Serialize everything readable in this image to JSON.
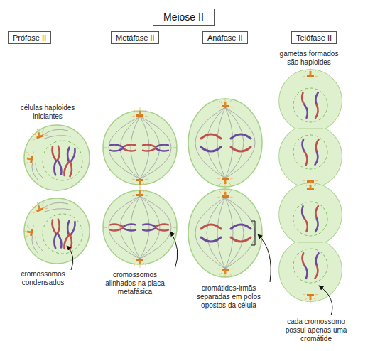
{
  "diagram": {
    "title": "Meiose II",
    "nodes": [
      {
        "text": [
          "Prófase II"
        ]
      },
      {
        "text": [
          "Metáfase II"
        ]
      },
      {
        "text": [
          "Anáfase II"
        ]
      },
      {
        "text": [
          "Telófase II"
        ]
      }
    ],
    "labels": [
      "gametas formados são haploides",
      "células haploides iniciantes",
      "cromossomos condensados",
      "cromossomos alinhados na placa metafásica",
      "cromátides-irmãs separadas em polos opostos da célula",
      "cada cromossomo possui apenas uma cromátide"
    ]
  }
}
